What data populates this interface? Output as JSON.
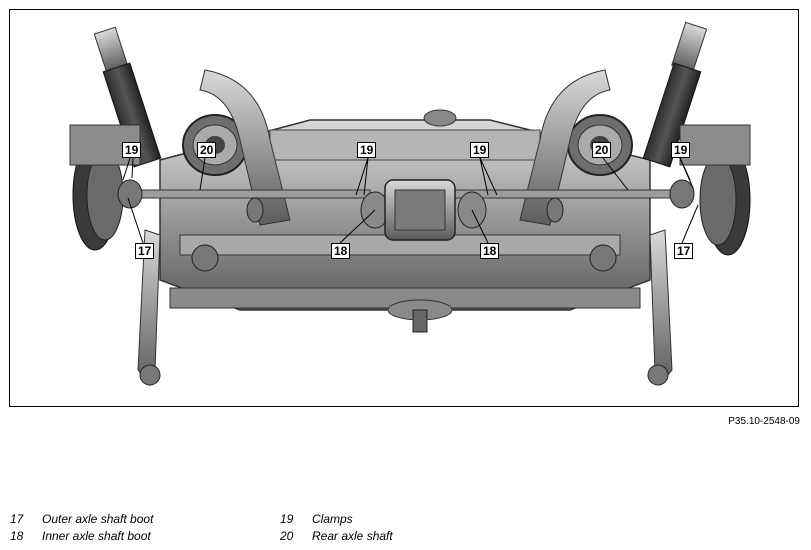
{
  "figure": {
    "code": "P35.10-2548-09",
    "callouts": [
      "19",
      "20",
      "19",
      "19",
      "20",
      "19",
      "17",
      "18",
      "18",
      "17"
    ]
  },
  "legend": {
    "items": [
      {
        "num": "17",
        "text": "Outer axle shaft boot"
      },
      {
        "num": "18",
        "text": "Inner axle shaft boot"
      },
      {
        "num": "19",
        "text": "Clamps"
      },
      {
        "num": "20",
        "text": "Rear axle shaft"
      }
    ]
  }
}
